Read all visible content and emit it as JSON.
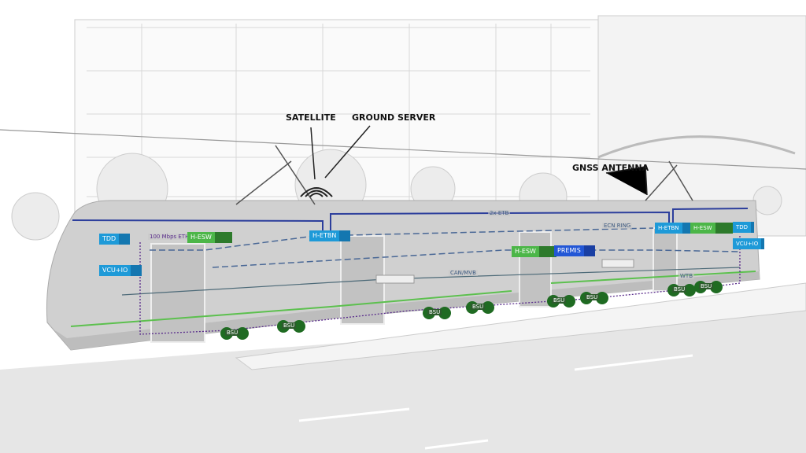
{
  "callouts": {
    "satellite": "SATELLITE",
    "ground_server": "GROUND SERVER",
    "gnss_antenna": "GNSS ANTENNA"
  },
  "networks": {
    "etb": "2x ETB",
    "ecn": "ECN RING",
    "can": "CAN/MVB",
    "wtb": "WTB",
    "eth": "100 Mbps ETH"
  },
  "devices": {
    "tdd": "TDD",
    "vcu": "VCU+IO",
    "hesw": "H-ESW",
    "hetbn": "H-ETBN",
    "premis": "PREMIS",
    "bsu": "BSU"
  },
  "colors": {
    "device_blue": "#1e9ad8",
    "device_green": "#4cb648",
    "premis": "#2357d6",
    "bsu": "#1f6b22"
  }
}
